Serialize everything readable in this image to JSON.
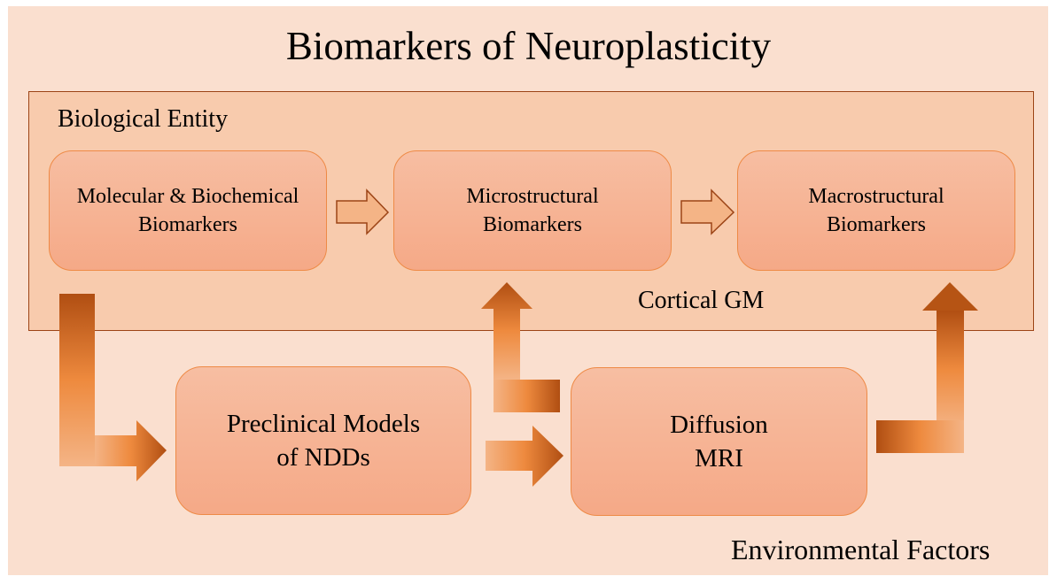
{
  "diagram": {
    "title": "Biomarkers of Neuroplasticity",
    "outer_region_label": "Environmental Factors",
    "entity_group": {
      "label": "Biological Entity",
      "sublabel": "Cortical GM",
      "boxes": [
        {
          "id": "molecular",
          "text": "Molecular & Biochemical\nBiomarkers"
        },
        {
          "id": "microstructural",
          "text": "Microstructural\nBiomarkers"
        },
        {
          "id": "macrostructural",
          "text": "Macrostructural\nBiomarkers"
        }
      ]
    },
    "bottom_boxes": [
      {
        "id": "preclinical",
        "text": "Preclinical Models\nof NDDs"
      },
      {
        "id": "diffusion",
        "text": "Diffusion\nMRI"
      }
    ],
    "edges": [
      {
        "from": "molecular",
        "to": "microstructural",
        "style": "outlined-arrow"
      },
      {
        "from": "microstructural",
        "to": "macrostructural",
        "style": "outlined-arrow"
      },
      {
        "from": "molecular",
        "to": "preclinical",
        "style": "bent-gradient-arrow"
      },
      {
        "from": "preclinical",
        "to": "diffusion",
        "style": "gradient-arrow"
      },
      {
        "from": "diffusion",
        "to": "microstructural",
        "style": "bent-gradient-arrow"
      },
      {
        "from": "diffusion",
        "to": "macrostructural",
        "style": "bent-gradient-arrow"
      }
    ],
    "colors": {
      "background": "#fadfcf",
      "entity_fill": "#f8cbad",
      "entity_border": "#9c4416",
      "box_top": "#f7bea2",
      "box_bottom": "#f5a987",
      "box_border": "#ee8a46",
      "arrow_dark": "#b04e12",
      "arrow_mid": "#ee8a3e",
      "arrow_light": "#f4b486"
    }
  }
}
